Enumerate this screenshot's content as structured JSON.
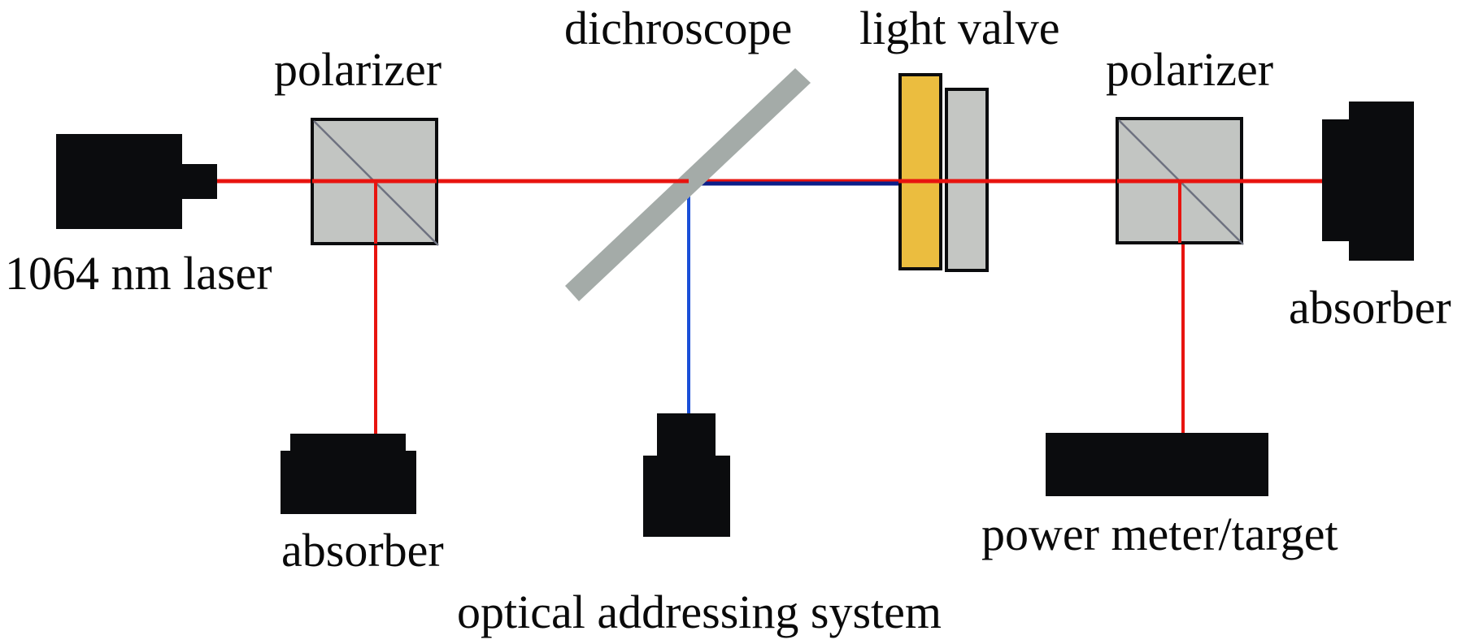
{
  "diagram": {
    "type": "optical setup schematic",
    "components": {
      "laser": {
        "label": "1064 nm laser"
      },
      "polarizer_1": {
        "label": "polarizer"
      },
      "absorber_1": {
        "label": "absorber"
      },
      "dichroscope": {
        "label": "dichroscope"
      },
      "optical_addressing_system": {
        "label": "optical addressing system"
      },
      "light_valve": {
        "label": "light valve"
      },
      "polarizer_2": {
        "label": "polarizer"
      },
      "absorber_2": {
        "label": "absorber"
      },
      "power_meter": {
        "label": "power meter/target"
      }
    },
    "beams": [
      {
        "name": "laser-beam",
        "color": "#e8140f",
        "wavelength": "1064 nm"
      },
      {
        "name": "addressing-beam",
        "color": "#1a4fd8"
      }
    ],
    "colors": {
      "component_black": "#0b0c0e",
      "polarizer_fill": "#c2c5c2",
      "dichroscope_fill": "#a4aba8",
      "light_valve_yellow": "#ebbd3f",
      "light_valve_gray": "#c4c6c3",
      "beam_red": "#e8140f",
      "beam_blue": "#1a4fd8",
      "beam_blue_dark": "#0c1f8a"
    }
  }
}
